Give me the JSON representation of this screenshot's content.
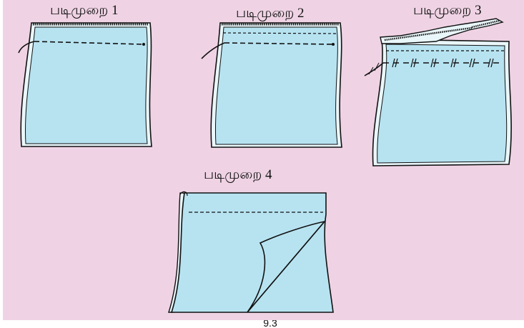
{
  "colors": {
    "background": "#efd3e4",
    "fabric": "#b7e3f1",
    "fabric_edge": "#e9f6fa",
    "outline": "#111111"
  },
  "steps": [
    {
      "label": "படிமுறை 1"
    },
    {
      "label": "படிமுறை 2"
    },
    {
      "label": "படிமுறை 3"
    },
    {
      "label": "படிமுறை 4"
    }
  ],
  "caption": "9.3"
}
